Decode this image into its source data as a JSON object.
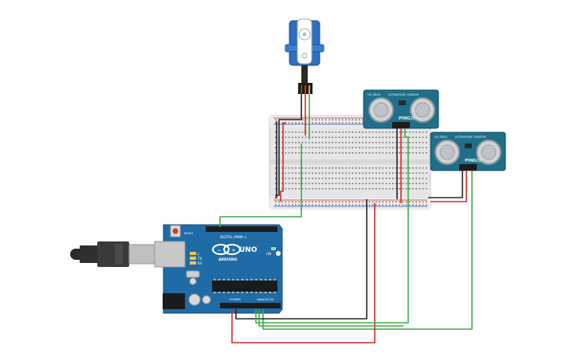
{
  "sensor1": {
    "model": "HC-SR04",
    "label": "ULTRASONIC SENSOR",
    "brand": "PING))"
  },
  "sensor2": {
    "model": "HC-SR04",
    "label": "ULTRASONIC SENSOR",
    "brand": "PING))"
  },
  "arduino": {
    "brand": "ARDUINO",
    "model": "UNO",
    "digital_label": "DIGITAL (PWM~)",
    "power_label": "POWER",
    "analog_label": "ANALOG IN",
    "tx_label": "TX",
    "rx_label": "RX",
    "l_label": "L",
    "on_label": "ON",
    "reset_label": "RESET"
  },
  "colors": {
    "wire_red": "#d32a25",
    "wire_black": "#262626",
    "wire_green": "#3fae49",
    "board_blue": "#1f6ba5",
    "sensor_teal": "#1f6f8b",
    "servo_blue": "#2f6fbf",
    "breadboard": "#e9e9e9"
  }
}
